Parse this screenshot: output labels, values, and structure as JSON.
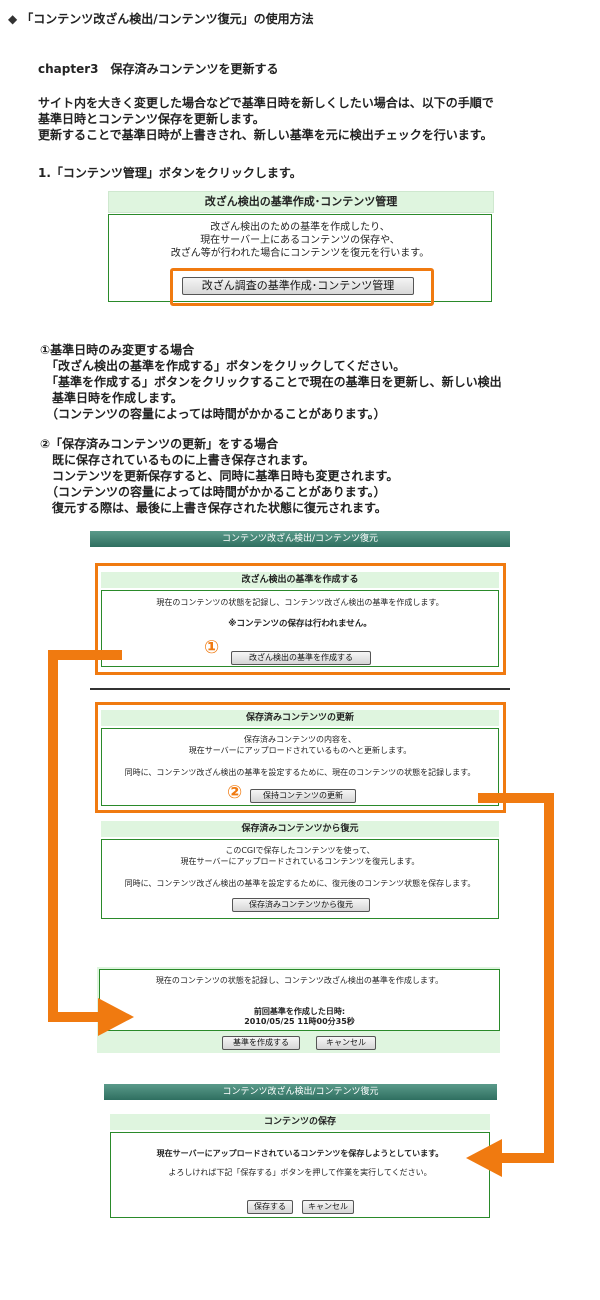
{
  "title": "「コンテンツ改ざん検出/コンテンツ復元」の使用方法",
  "title_bullet": "◆",
  "chapter": "chapter3　保存済みコンテンツを更新する",
  "intro": [
    "サイト内を大きく変更した場合などで基準日時を新しくしたい場合は、以下の手順で",
    "基準日時とコンテンツ保存を更新します。",
    "更新することで基準日時が上書きされ、新しい基準を元に検出チェックを行います。"
  ],
  "step1": "1.「コンテンツ管理」ボタンをクリックします。",
  "shot1": {
    "header": "改ざん検出の基準作成･コンテンツ管理",
    "lines": [
      "改ざん検出のための基準を作成したり、",
      "現在サーバー上にあるコンテンツの保存や、",
      "改ざん等が行われた場合にコンテンツを復元を行います。"
    ],
    "button": "改ざん調査の基準作成･コンテンツ管理"
  },
  "option1": [
    "①基準日時のみ変更する場合",
    "　「改ざん検出の基準を作成する」ボタンをクリックしてください。",
    "　「基準を作成する」ボタンをクリックすることで現在の基準日を更新し、新しい検出",
    "　基準日時を作成します。",
    "　（コンテンツの容量によっては時間がかかることがあります。）"
  ],
  "option2": [
    "②「保存済みコンテンツの更新」をする場合",
    "　既に保存されているものに上書き保存されます。",
    "　コンテンツを更新保存すると、同時に基準日時も変更されます。",
    "　（コンテンツの容量によっては時間がかかることがあります。）",
    "　復元する際は、最後に上書き保存された状態に復元されます。"
  ],
  "shot2": {
    "bar": "コンテンツ改ざん検出/コンテンツ復元",
    "sec1": {
      "header": "改ざん検出の基準を作成する",
      "line1": "現在のコンテンツの状態を記録し、コンテンツ改ざん検出の基準を作成します。",
      "line2": "※コンテンツの保存は行われません。",
      "button": "改ざん検出の基準を作成する",
      "marker": "①"
    },
    "sec2": {
      "header": "保存済みコンテンツの更新",
      "lines": [
        "保存済みコンテンツの内容を、",
        "現在サーバーにアップロードされているものへと更新します。"
      ],
      "line3": "同時に、コンテンツ改ざん検出の基準を設定するために、現在のコンテンツの状態を記録します。",
      "button": "保持コンテンツの更新",
      "marker": "②"
    },
    "sec3": {
      "header": "保存済みコンテンツから復元",
      "lines": [
        "このCGIで保存したコンテンツを使って、",
        "現在サーバーにアップロードされているコンテンツを復元します。"
      ],
      "line3": "同時に、コンテンツ改ざん検出の基準を設定するために、復元後のコンテンツ状態を保存します。",
      "button": "保存済みコンテンツから復元"
    }
  },
  "shot3": {
    "line1": "現在のコンテンツの状態を記録し、コンテンツ改ざん検出の基準を作成します。",
    "label": "前回基準を作成した日時:",
    "datetime": "2010/05/25 11時00分35秒",
    "ok": "基準を作成する",
    "cancel": "キャンセル"
  },
  "shot4": {
    "bar": "コンテンツ改ざん検出/コンテンツ復元",
    "header": "コンテンツの保存",
    "line1": "現在サーバーにアップロードされているコンテンツを保存しようとしています。",
    "line2": "よろしければ下記「保存する」ボタンを押して作業を実行してください。",
    "ok": "保存する",
    "cancel": "キャンセル"
  },
  "colors": {
    "accent": "#f07a10",
    "green_border": "#2a8a2a",
    "panel": "#dff5df",
    "bar": "#2f6f60"
  }
}
